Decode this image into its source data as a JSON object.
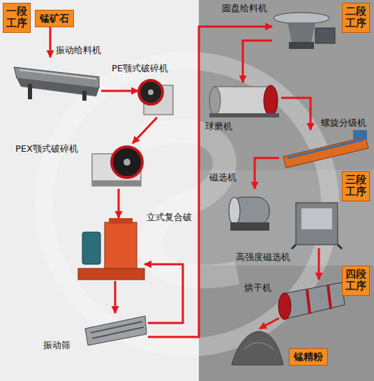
{
  "diagram": {
    "nodes": [
      {
        "text": [
          "一段工序"
        ]
      },
      {
        "text": [
          "锰矿石"
        ]
      },
      {
        "text": [
          "振动给料机"
        ]
      },
      {
        "text": [
          "PE颚式破碎机"
        ]
      },
      {
        "text": [
          "PEX颚式破碎机"
        ]
      },
      {
        "text": [
          "立式复合破"
        ]
      },
      {
        "text": [
          "振动筛"
        ]
      },
      {
        "text": [
          "二段工序"
        ]
      },
      {
        "text": [
          "圆盘给料机"
        ]
      },
      {
        "text": [
          "球磨机"
        ]
      },
      {
        "text": [
          "螺旋分级机"
        ]
      },
      {
        "text": [
          "三段工序"
        ]
      },
      {
        "text": [
          "磁选机"
        ]
      },
      {
        "text": [
          "高强度磁选机"
        ]
      },
      {
        "text": [
          "四段工序"
        ]
      },
      {
        "text": [
          "烘干机"
        ]
      },
      {
        "text": [
          "锰精粉"
        ]
      }
    ],
    "edges": [
      {
        "from": 1,
        "to": 2,
        "arrow": "to"
      },
      {
        "from": 2,
        "to": 3,
        "arrow": "to"
      },
      {
        "from": 3,
        "to": 4,
        "arrow": "to"
      },
      {
        "from": 4,
        "to": 5,
        "arrow": "to"
      },
      {
        "from": 5,
        "to": 6,
        "arrow": "to"
      },
      {
        "from": 6,
        "to": 5,
        "arrow": "to"
      },
      {
        "from": 6,
        "to": 8,
        "arrow": "to"
      },
      {
        "from": 8,
        "to": 9,
        "arrow": "to"
      },
      {
        "from": 9,
        "to": 10,
        "arrow": "to"
      },
      {
        "from": 10,
        "to": 12,
        "arrow": "to"
      },
      {
        "from": 13,
        "to": 15,
        "arrow": "to"
      },
      {
        "from": 15,
        "to": 16,
        "arrow": "to"
      }
    ]
  }
}
